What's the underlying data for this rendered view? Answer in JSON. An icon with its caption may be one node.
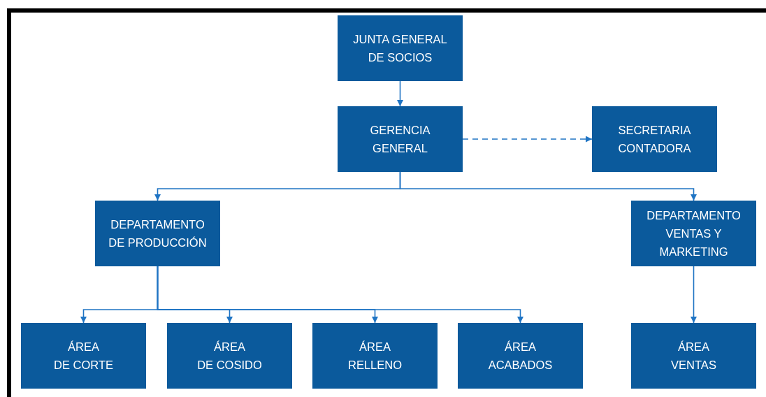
{
  "diagram": {
    "nodes": [
      {
        "text": [
          "JUNTA GENERAL DE SOCIOS"
        ]
      },
      {
        "text": [
          "GERENCIA GENERAL"
        ]
      },
      {
        "text": [
          "SECRETARIA CONTADORA"
        ]
      },
      {
        "text": [
          "DEPARTAMENTO DE PRODUCCIÓN"
        ]
      },
      {
        "text": [
          "DEPARTAMENTO VENTAS Y MARKETING"
        ]
      },
      {
        "text": [
          "ÁREA",
          "DE CORTE"
        ]
      },
      {
        "text": [
          "ÁREA",
          "DE COSIDO"
        ]
      },
      {
        "text": [
          "ÁREA",
          "RELLENO"
        ]
      },
      {
        "text": [
          "ÁREA",
          "ACABADOS"
        ]
      },
      {
        "text": [
          "ÁREA",
          "VENTAS"
        ]
      }
    ],
    "edges": [
      {
        "from": 0,
        "to": 1,
        "arrow": "to"
      },
      {
        "from": 1,
        "to": 2,
        "arrow": "to",
        "style": "dashed"
      },
      {
        "from": 1,
        "to": 3,
        "arrow": "to"
      },
      {
        "from": 1,
        "to": 4,
        "arrow": "to"
      },
      {
        "from": 3,
        "to": 5,
        "arrow": "to"
      },
      {
        "from": 3,
        "to": 6,
        "arrow": "to"
      },
      {
        "from": 3,
        "to": 7,
        "arrow": "to"
      },
      {
        "from": 3,
        "to": 8,
        "arrow": "to"
      },
      {
        "from": 4,
        "to": 9,
        "arrow": "to"
      }
    ]
  }
}
